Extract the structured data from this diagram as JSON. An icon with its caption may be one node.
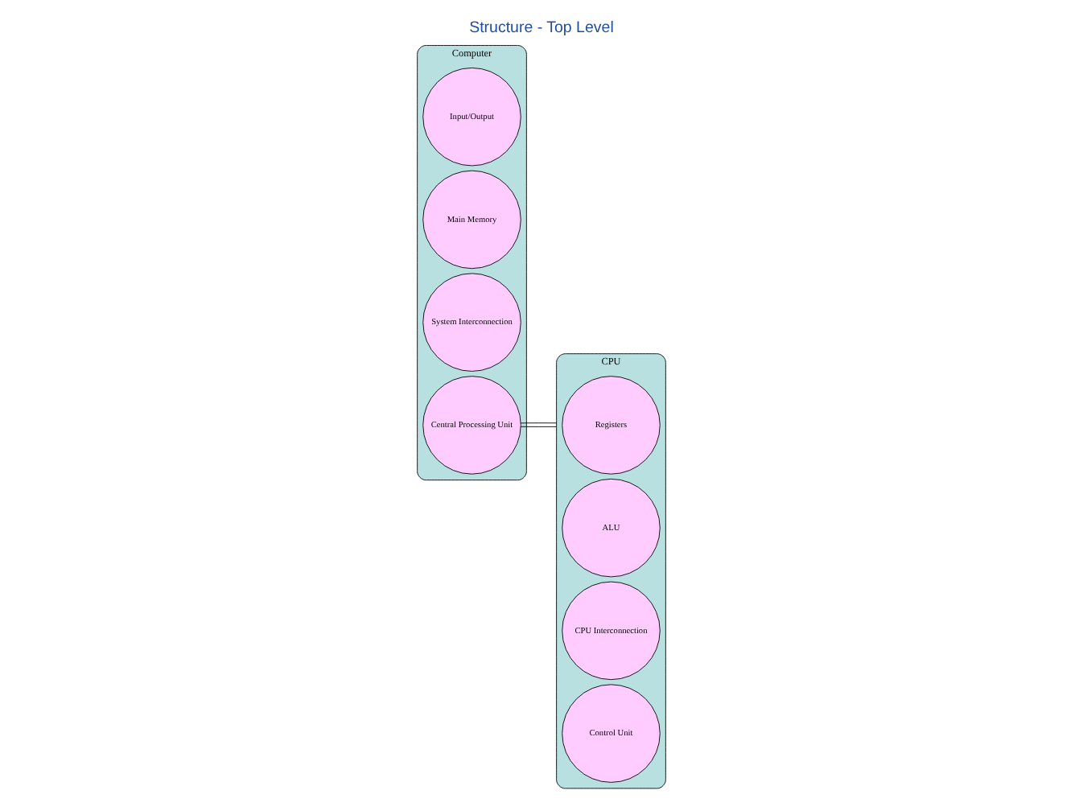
{
  "diagram": {
    "title": "Structure - Top Level",
    "nodes": [
      {
        "text": [
          "Computer"
        ]
      },
      {
        "text": [
          "Input/Output"
        ],
        "in": 0
      },
      {
        "text": [
          "Main Memory"
        ],
        "in": 0
      },
      {
        "text": [
          "System Interconnection"
        ],
        "in": 0
      },
      {
        "text": [
          "Central Processing Unit"
        ],
        "in": 0
      },
      {
        "text": [
          "CPU"
        ]
      },
      {
        "text": [
          "Registers"
        ],
        "in": 5
      },
      {
        "text": [
          "ALU"
        ],
        "in": 5
      },
      {
        "text": [
          "CPU Interconnection"
        ],
        "in": 5
      },
      {
        "text": [
          "Control Unit"
        ],
        "in": 5
      }
    ],
    "edges": [
      {
        "from": 4,
        "to": 5,
        "arrow": "none"
      },
      {
        "from": 4,
        "to": 5,
        "arrow": "none"
      }
    ]
  }
}
